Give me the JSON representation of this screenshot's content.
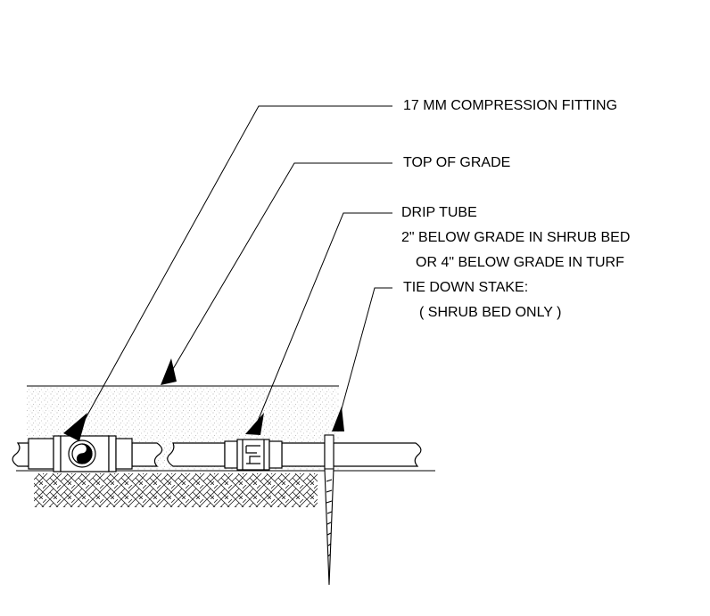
{
  "callouts": {
    "compression_fitting": "17 MM COMPRESSION FITTING",
    "top_of_grade": "TOP OF GRADE",
    "drip_tube": "DRIP TUBE",
    "drip_tube_note_1": "2\" BELOW GRADE IN SHRUB BED",
    "drip_tube_note_2": "OR 4\" BELOW GRADE IN TURF",
    "tie_down_stake": "TIE DOWN STAKE:",
    "tie_down_stake_note": "( SHRUB BED ONLY )"
  },
  "colors": {
    "line": "#000000",
    "soil_stipple": "#9a9a9a",
    "background": "#ffffff"
  }
}
